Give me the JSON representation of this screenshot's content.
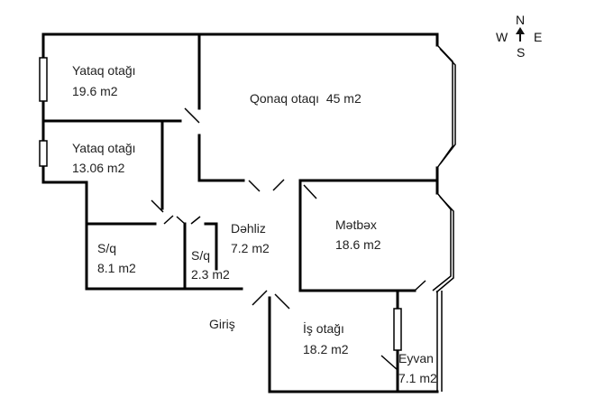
{
  "rooms": [
    {
      "id": "bedroom-1",
      "name": "Yataq otağı",
      "area": "19.6 m2"
    },
    {
      "id": "bedroom-2",
      "name": "Yataq otağı",
      "area": "13.06 m2"
    },
    {
      "id": "living-room",
      "label": "Qonaq otaqı  45 m2"
    },
    {
      "id": "hallway",
      "name": "Dəhliz",
      "area": "7.2 m2"
    },
    {
      "id": "kitchen",
      "name": "Mətbəx",
      "area": "18.6 m2"
    },
    {
      "id": "bathroom-1",
      "name": "S/q",
      "area": "8.1 m2"
    },
    {
      "id": "bathroom-2",
      "name": "S/q",
      "area": "2.3 m2"
    },
    {
      "id": "office",
      "name": "İş otağı",
      "area": "18.2 m2"
    },
    {
      "id": "balcony",
      "name": "Eyvan",
      "area": "7.1 m2"
    }
  ],
  "entrance": {
    "label": "Giriş"
  },
  "compass": {
    "north": "N",
    "south": "S",
    "east": "E",
    "west": "W"
  }
}
